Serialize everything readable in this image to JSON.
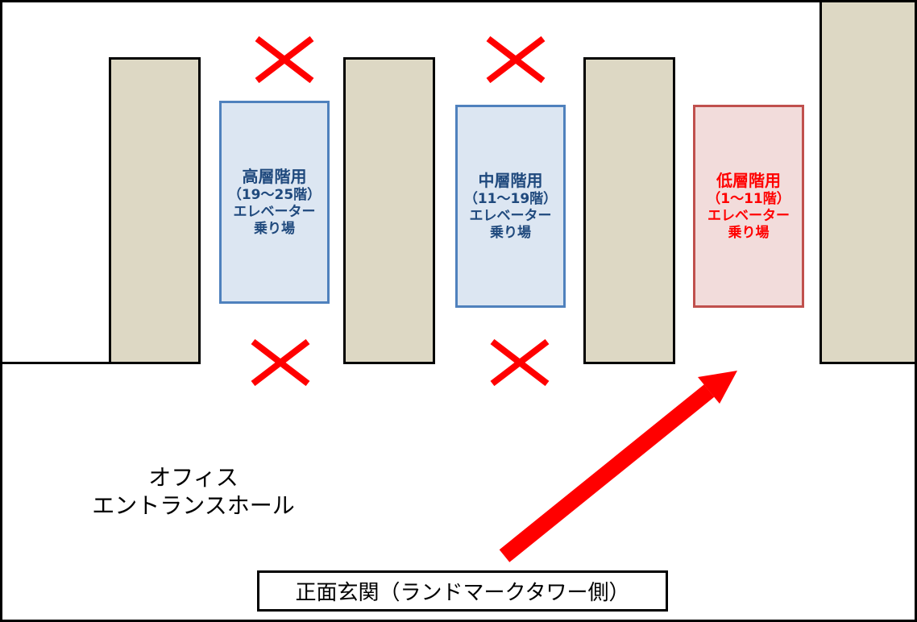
{
  "zones": {
    "high": {
      "title": "高層階用",
      "range": "（19～25階）",
      "label1": "エレベーター",
      "label2": "乗り場"
    },
    "mid": {
      "title": "中層階用",
      "range": "（11～19階）",
      "label1": "エレベーター",
      "label2": "乗り場"
    },
    "low": {
      "title": "低層階用",
      "range": "（1～11階）",
      "label1": "エレベーター",
      "label2": "乗り場"
    }
  },
  "hall": {
    "line1": "オフィス",
    "line2": "エントランスホール"
  },
  "entrance": {
    "label": "正面玄関（ランドマークタワー側）"
  },
  "colors": {
    "blocked_mark": "#ff0000",
    "route_arrow": "#ff0000",
    "pillar": "#ddd8c4",
    "blue_zone": "#dce6f2",
    "red_zone": "#f2dcdb"
  },
  "icons": {
    "blocked": "x-mark-icon",
    "route": "arrow-icon"
  }
}
